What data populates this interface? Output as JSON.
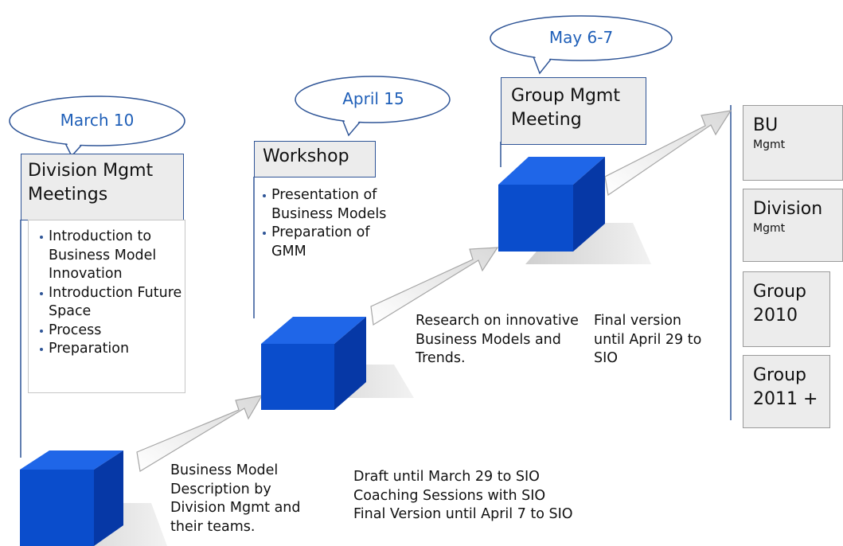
{
  "bubbles": [
    "March 10",
    "April 15",
    "May 6-7"
  ],
  "stages": [
    {
      "title": "Division Mgmt Meetings",
      "bullets": [
        "Introduction to Business Model Innovation",
        "Introduction Future Space",
        "Process",
        "Preparation"
      ]
    },
    {
      "title": "Workshop",
      "bullets": [
        "Presentation of Business Models",
        "Preparation of GMM"
      ]
    },
    {
      "title": "Group Mgmt Meeting",
      "bullets": []
    }
  ],
  "notes": {
    "description": "Business Model Description by Division Mgmt and their teams.",
    "draft": [
      "Draft until March 29 to SIO",
      "Coaching Sessions with SIO",
      "Final Version until April 7 to SIO"
    ],
    "research": "Research on innovative Business Models and Trends.",
    "final": "Final version until April 29 to SIO"
  },
  "outputs": [
    {
      "main": "BU",
      "sub": "Mgmt"
    },
    {
      "main": "Division",
      "sub": "Mgmt"
    },
    {
      "main": "Group 2010",
      "sub": ""
    },
    {
      "main": "Group 2011 +",
      "sub": ""
    }
  ],
  "colors": {
    "cube_front": "#0a4dcc",
    "cube_top": "#1f66e8",
    "cube_side": "#0638a6",
    "accent_text": "#1f5fb8",
    "box_fill": "#ececec",
    "box_border": "#2f5597"
  }
}
